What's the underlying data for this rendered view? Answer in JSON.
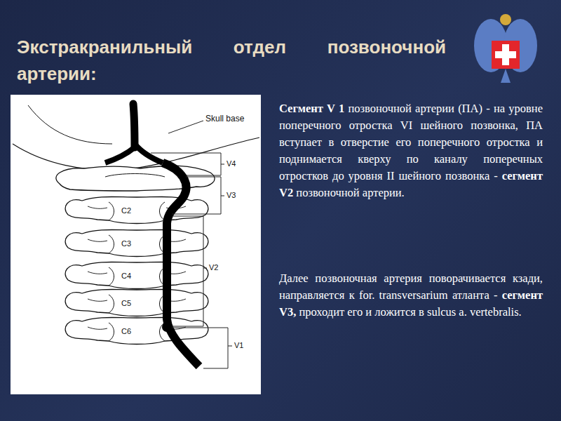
{
  "diagram": {
    "title": "Экстракранильный отдел позвоночной артерии:",
    "labels": [
      "Сегмент V 1",
      "позвоночной артерии (ПА) - на уровне поперечного отростка VI шейного позвонка, ПА вступает в отверстие его поперечного отростка и поднимается кверху по каналу поперечных отростков до уровня II шейного позвонка -",
      "сегмент V2",
      "позвоночной артерии.",
      "Далее позвоночная артерия поворачивается кзади, направляется к for. transversarium атланта -",
      "сегмент V3,",
      "проходит его и ложится в sulcus a. vertebralis.",
      "Skull base",
      "V4",
      "V3",
      "V2",
      "V1",
      "C2",
      "C3",
      "C4",
      "C5",
      "C6"
    ]
  }
}
